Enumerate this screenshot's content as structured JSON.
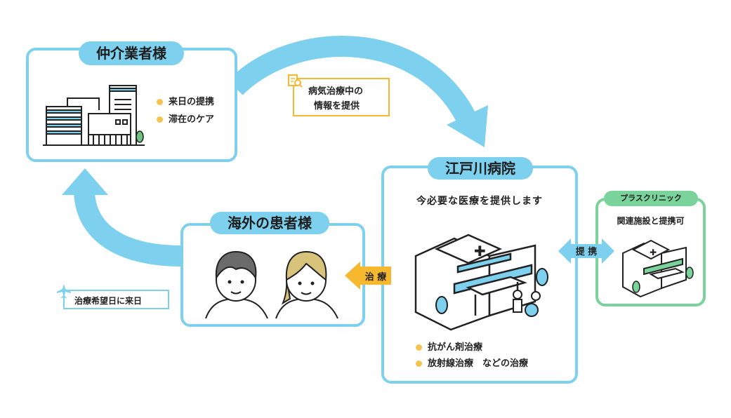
{
  "colors": {
    "blue": "#7dd0ee",
    "yellow": "#f5b82e",
    "green": "#79d39b",
    "dot": "#f5c44e"
  },
  "agency": {
    "title": "仲介業者様",
    "bullets": [
      "来日の提携",
      "滞在のケア"
    ]
  },
  "info_box": {
    "icon": "document-search-icon",
    "lines": [
      "病気治療中の",
      "情報を提供"
    ]
  },
  "hospital": {
    "title": "江戸川病院",
    "subtitle": "今必要な医療を提供します",
    "bullets": [
      "抗がん剤治療",
      "放射線治療　などの治療"
    ]
  },
  "clinic": {
    "title": "プラスクリニック",
    "subtitle": "関連施設と提携可"
  },
  "patients": {
    "title": "海外の患者様"
  },
  "arrows": {
    "treatment": "治 療",
    "partnership": "提 携"
  },
  "visit": {
    "icon": "airplane-icon",
    "label": "治療希望日に来日"
  }
}
